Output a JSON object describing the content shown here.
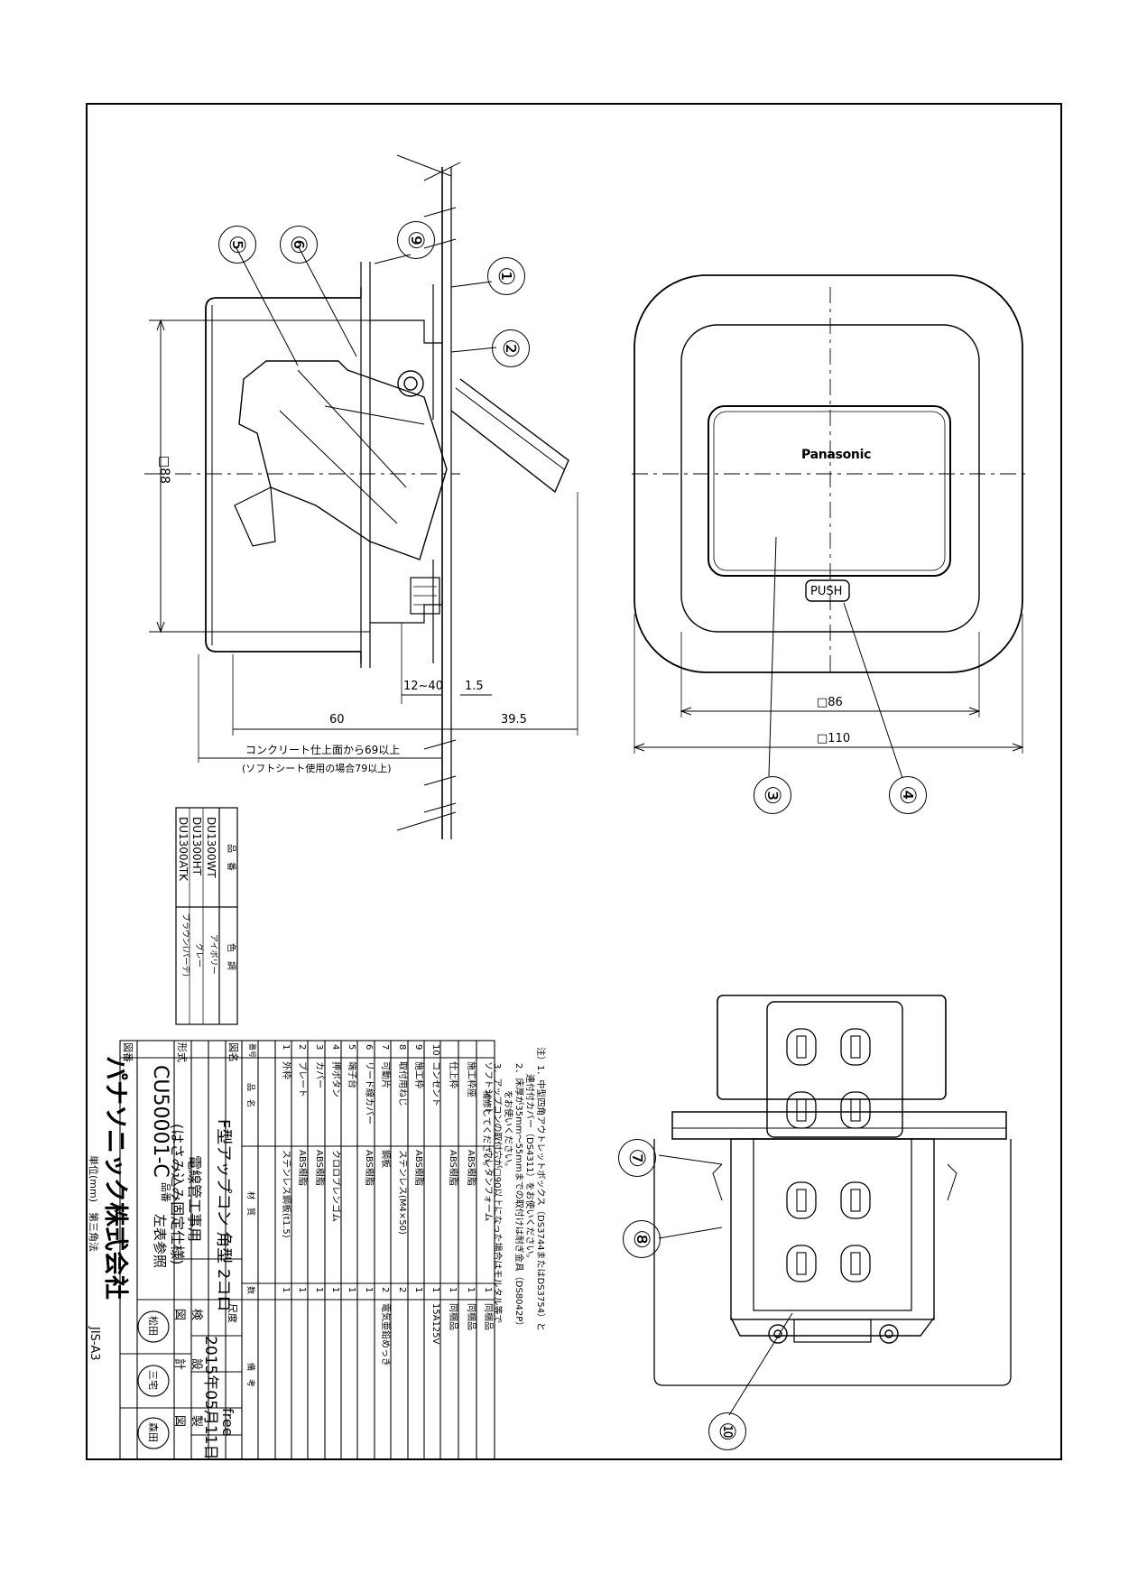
{
  "brand": "Panasonic",
  "push_label": "PUSH",
  "callouts": [
    "①",
    "②",
    "③",
    "④",
    "⑤",
    "⑥",
    "⑦",
    "⑧",
    "⑨",
    "⑩"
  ],
  "dimensions": {
    "square_88": "□88",
    "square_86": "□86",
    "square_110": "□110",
    "d_12_40": "12~40",
    "d_1_5": "1.5",
    "d_60": "60",
    "d_39_5": "39.5",
    "concrete_note": "コンクリート仕上面から69以上",
    "soft_sheet_note": "(ソフトシート使用の場合79以上)"
  },
  "color_table": {
    "headers": [
      "品　番",
      "色　調"
    ],
    "rows": [
      {
        "model": "DU1300WT",
        "color": "アイボリー"
      },
      {
        "model": "DU1300HT",
        "color": "グレー"
      },
      {
        "model": "DU1300ATK",
        "color": "ブラウン(パーデ)"
      }
    ]
  },
  "notes": [
    "注）1．中型四角アウトレットボックス（DS3744またはDS3754）と",
    "　　　連付付カバー（DS4311）をお使いください。",
    "2．床厚が35mm～55mmまでの取付けは耐ぎ金具（DS8042P）",
    "　　　をお使いください。",
    "3．アップコンの取付穴が□90以上になった場合はモルタル等で",
    "　　　補修してください。"
  ],
  "parts_table": {
    "headers": {
      "no": "番号",
      "name": "品　名",
      "material": "材　質",
      "qty": "数",
      "remark": "備　考"
    },
    "rows": [
      {
        "no": "",
        "name": "ソフトシート",
        "material": "ウレタンフォーム",
        "qty": "1",
        "remark": "同梱品"
      },
      {
        "no": "",
        "name": "施工枠座",
        "material": "ABS樹脂",
        "qty": "1",
        "remark": "同梱品"
      },
      {
        "no": "",
        "name": "仕上枠",
        "material": "ABS樹脂",
        "qty": "1",
        "remark": "同梱品"
      },
      {
        "no": "10",
        "name": "コンセント",
        "material": "",
        "qty": "1",
        "remark": "15A125V"
      },
      {
        "no": "9",
        "name": "施工枠",
        "material": "ABS樹脂",
        "qty": "1",
        "remark": ""
      },
      {
        "no": "8",
        "name": "取付用ねじ",
        "material": "ステンレス(M4×50)",
        "qty": "2",
        "remark": ""
      },
      {
        "no": "7",
        "name": "可動片",
        "material": "鋼板",
        "qty": "2",
        "remark": "電気亜鉛めっき"
      },
      {
        "no": "6",
        "name": "リード線カバー",
        "material": "ABS樹脂",
        "qty": "1",
        "remark": ""
      },
      {
        "no": "5",
        "name": "端子台",
        "material": "",
        "qty": "1",
        "remark": ""
      },
      {
        "no": "4",
        "name": "押ボタン",
        "material": "クロロプレンゴム",
        "qty": "1",
        "remark": ""
      },
      {
        "no": "3",
        "name": "カバー",
        "material": "ABS樹脂",
        "qty": "1",
        "remark": ""
      },
      {
        "no": "2",
        "name": "プレート",
        "material": "ABS樹脂",
        "qty": "1",
        "remark": ""
      },
      {
        "no": "1",
        "name": "外枠",
        "material": "ステンレス鋼板(t1.5)",
        "qty": "1",
        "remark": ""
      }
    ]
  },
  "title_block": {
    "label_title": "図名",
    "title": "F型アップコン 角型 2コロ",
    "label_scale": "尺度",
    "scale": "free",
    "label_type": "形式",
    "type_line1": "電線管工事用",
    "type_line2": "(はさみ込み固定仕様)",
    "label_drawing_no": "図番",
    "drawing_no": "CU50001-C",
    "label_part_no": "品番",
    "part_no": "左表参照",
    "date": "2015年05月11日",
    "sign_labels": [
      "検",
      "図",
      "設",
      "計",
      "製",
      "図"
    ],
    "stamps": [
      "松田",
      "三宅",
      "森田"
    ],
    "company": "パナソニック株式会社",
    "unit": "単位(mm)　第三角法",
    "paper": "JIS-A3"
  }
}
